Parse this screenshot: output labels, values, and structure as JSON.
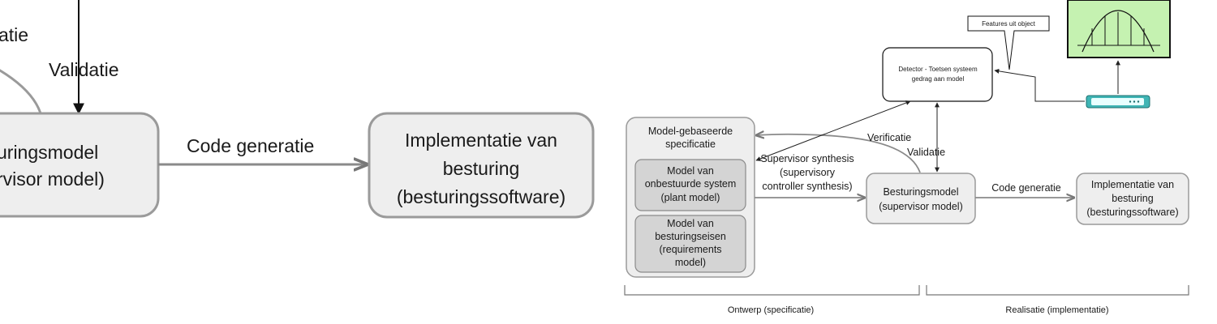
{
  "left_diagram": {
    "cut_label_top": "atie",
    "validation_label": "Validatie",
    "controller_box": {
      "line1": "uringsmodel",
      "line2": "rvisor model)"
    },
    "code_gen_label": "Code generatie",
    "impl_box": {
      "line1": "Implementatie van",
      "line2": "besturing",
      "line3": "(besturingssoftware)"
    }
  },
  "right_diagram": {
    "spec_box": {
      "title1": "Model-gebaseerde",
      "title2": "specificatie"
    },
    "plant_box": {
      "line1": "Model van",
      "line2": "onbestuurde system",
      "line3": "(plant model)"
    },
    "req_box": {
      "line1": "Model van",
      "line2": "besturingseisen",
      "line3": "(requirements",
      "line4": "model)"
    },
    "synthesis_label": {
      "line1": "Supervisor synthesis",
      "line2": "(supervisory",
      "line3": "controller synthesis)"
    },
    "verification_label": "Verificatie",
    "validation_label": "Validatie",
    "controller_box": {
      "line1": "Besturingsmodel",
      "line2": "(supervisor model)"
    },
    "code_gen_label": "Code generatie",
    "impl_box": {
      "line1": "Implementatie van",
      "line2": "besturing",
      "line3": "(besturingssoftware)"
    },
    "detector_box": {
      "line1": "Detector - Toetsen systeem",
      "line2": "gedrag aan model"
    },
    "features_callout": "Features uit object",
    "design_phase": "Ontwerp (specificatie)",
    "realisation_phase": "Realisatie (implementatie)",
    "colors": {
      "monitor_screen": "#c5f2b1",
      "device": "#3fb5b5",
      "gray_box": "#e5e5e5",
      "dark_gray_box": "#d4d4d4"
    }
  }
}
